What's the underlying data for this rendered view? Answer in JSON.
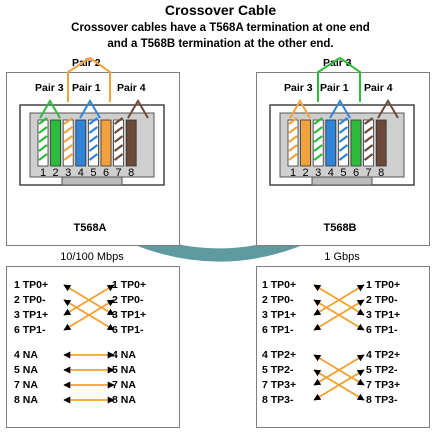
{
  "title": "Crossover Cable",
  "subtitle_line1": "Crossover cables have a T568A termination at one end",
  "subtitle_line2": "and a T568B termination at the other end.",
  "connectors": [
    {
      "caption": "T568A",
      "pair_top": "Pair 2",
      "pair_left": "Pair 3",
      "pair_mid": "Pair 1",
      "pair_right": "Pair 4"
    },
    {
      "caption": "T568B",
      "pair_top": "Pair 3",
      "pair_left": "Pair 3",
      "pair_mid": "Pair 1",
      "pair_right": "Pair 4"
    }
  ],
  "pin_numbers": [
    "1",
    "2",
    "3",
    "4",
    "5",
    "6",
    "7",
    "8"
  ],
  "wiring": [
    {
      "speed": "10/100 Mbps",
      "left": [
        "1 TP0+",
        "2 TP0-",
        "3 TP1+",
        "6 TP1-",
        "4 NA",
        "5 NA",
        "7 NA",
        "8 NA"
      ],
      "right": [
        "1 TP0+",
        "2 TP0-",
        "3 TP1+",
        "6 TP1-",
        "4 NA",
        "5 NA",
        "7 NA",
        "8 NA"
      ]
    },
    {
      "speed": "1 Gbps",
      "left": [
        "1 TP0+",
        "2 TP0-",
        "3 TP1+",
        "6 TP1-",
        "4 TP2+",
        "5 TP2-",
        "7 TP3+",
        "8 TP3-"
      ],
      "right": [
        "1 TP0+",
        "2 TP0-",
        "3 TP1+",
        "6 TP1-",
        "4 TP2+",
        "5 TP2-",
        "7 TP3+",
        "8 TP3-"
      ]
    }
  ],
  "colors": {
    "green": "#2dbb3b",
    "orange": "#f2a23c",
    "blue": "#2f84d8",
    "brown": "#6b4a3a",
    "cable": "#5e9a9f",
    "arrow": "#f0a030"
  }
}
